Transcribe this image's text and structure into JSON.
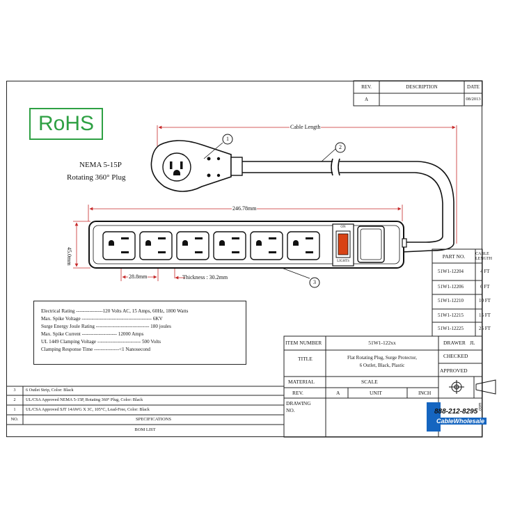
{
  "rohs": "RoHS",
  "plug_note": {
    "line1": "NEMA 5-15P",
    "line2": "Rotating 360° Plug"
  },
  "dims": {
    "cable_length": "Cable Length",
    "strip_length": "246.78mm",
    "height": "45.0mm",
    "spacing": "28.8mm",
    "thickness": "Thickness : 30.2mm"
  },
  "callouts": [
    "1",
    "2",
    "3"
  ],
  "switch": {
    "on": "ON",
    "lights": "LIGHTS"
  },
  "revision": {
    "headers": [
      "REV.",
      "DESCRIPTION",
      "DATE"
    ],
    "rev": "A",
    "date": "08/2013"
  },
  "part_table": {
    "headers": [
      "PART NO.",
      "CABLE LENGTH"
    ],
    "rows": [
      [
        "51W1-12204",
        "4 FT"
      ],
      [
        "51W1-12206",
        "6 FT"
      ],
      [
        "51W1-12210",
        "10 FT"
      ],
      [
        "51W1-12215",
        "15 FT"
      ],
      [
        "51W1-12225",
        "25 FT"
      ]
    ]
  },
  "specs": [
    "Electrical Rating ----------------120 Volts AC, 15 Amps, 60Hz, 1800 Watts",
    "Max. Spike Voltage ------------------------------------------ 6KV",
    "Surge Energy Joule Rating -------------------------------- 180 joules",
    "Max. Spike Current --------------------- 12000 Amps",
    "UL 1449 Clamping Voltage -------------------------- 500 Volts",
    "Clamping Response Time ---------------<1 Nanosecond"
  ],
  "title_block": {
    "item_number_label": "ITEM NUMBER",
    "item_number": "51W1-122xx",
    "drawer_label": "DRAWER",
    "drawer": "JL",
    "title_label": "TITLE",
    "title_line1": "Flat Rotating Plug, Surge Protector,",
    "title_line2": "6 Outlet, Black, Plastic",
    "checked_label": "CHECKED",
    "approved_label": "APPROVED",
    "material_label": "MATERIAL",
    "scale_label": "SCALE",
    "rev_label": "REV.",
    "rev": "A",
    "unit_label": "UNIT",
    "unit": "INCH",
    "drawing_no_label1": "DRAWING",
    "drawing_no_label2": "NO."
  },
  "bom": {
    "rows": [
      [
        "3",
        "6 Outlet Strip, Color: Black"
      ],
      [
        "2",
        "UL/CSA Approved NEMA 5-15P, Rotating 360° Plug, Color: Black"
      ],
      [
        "1",
        "UL/CSA Approved SJT 14AWG X 3C, 105°C, Lead-Free, Color: Black"
      ]
    ],
    "no_label": "NO.",
    "spec_label": "SPECIFICATIONS",
    "bom_label": "BOM LIST"
  },
  "logo": {
    "phone": "888-212-8295",
    "name": "CableWholesale",
    "suffix": ".com"
  }
}
